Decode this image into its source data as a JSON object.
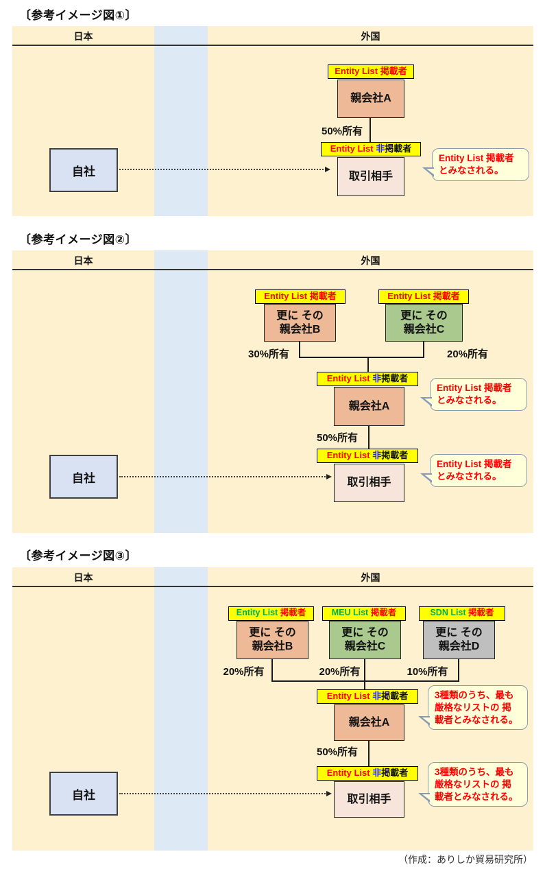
{
  "common": {
    "japan": "日本",
    "foreign": "外国",
    "own_company": "自社"
  },
  "colors": {
    "panel_bg": "#FDF1CF",
    "band_blue": "#DEE9F6",
    "tag_yellow": "#FFFF00",
    "tag_red": "#FF0000",
    "tag_blue": "#2626E6",
    "tag_green": "#00B050",
    "box_salmon": "#EDB996",
    "box_pink": "#F7E5DB",
    "box_green": "#A9C98E",
    "box_gray": "#BFBFBF",
    "own_blue": "#D9E2F3",
    "bubble_bg": "#FFFFD9"
  },
  "panel1": {
    "title": "〔参考イメージ図①〕",
    "tag_a": {
      "list": "Entity List",
      "suffix": "掲載者"
    },
    "parent_a": "親会社A",
    "pct50": "50%所有",
    "tag_partner": {
      "list": "Entity List",
      "non": "非",
      "suffix": "掲載者"
    },
    "partner": "取引相手",
    "bubble": "Entity List 掲載者\nとみなされる。"
  },
  "panel2": {
    "title": "〔参考イメージ図②〕",
    "tag_b": {
      "list": "Entity List",
      "suffix": "掲載者"
    },
    "tag_c": {
      "list": "Entity List",
      "suffix": "掲載者"
    },
    "box_b": {
      "line1": "更に その",
      "line2": "親会社B"
    },
    "box_c": {
      "line1": "更に その",
      "line2": "親会社C"
    },
    "pct30": "30%所有",
    "pct20": "20%所有",
    "tag_a": {
      "list": "Entity List",
      "non": "非",
      "suffix": "掲載者"
    },
    "parent_a": "親会社A",
    "pct50": "50%所有",
    "tag_partner": {
      "list": "Entity List",
      "non": "非",
      "suffix": "掲載者"
    },
    "partner": "取引相手",
    "bubble_a": "Entity List 掲載者\nとみなされる。",
    "bubble_partner": "Entity List 掲載者\nとみなされる。"
  },
  "panel3": {
    "title": "〔参考イメージ図③〕",
    "tag_b": {
      "list": "Entity List",
      "suffix": "掲載者"
    },
    "tag_c": {
      "list": "MEU List",
      "suffix": "掲載者"
    },
    "tag_d": {
      "list": "SDN List",
      "suffix": "掲載者"
    },
    "box_b": {
      "line1": "更に その",
      "line2": "親会社B"
    },
    "box_c": {
      "line1": "更に その",
      "line2": "親会社C"
    },
    "box_d": {
      "line1": "更に その",
      "line2": "親会社D"
    },
    "pct_b": "20%所有",
    "pct_c": "20%所有",
    "pct_d": "10%所有",
    "tag_a": {
      "list": "Entity List",
      "non": "非",
      "suffix": "掲載者"
    },
    "parent_a": "親会社A",
    "pct50": "50%所有",
    "tag_partner": {
      "list": "Entity List",
      "non": "非",
      "suffix": "掲載者"
    },
    "partner": "取引相手",
    "bubble_a": "3種類のうち、最も\n厳格なリストの 掲\n載者とみなされる。",
    "bubble_partner": "3種類のうち、最も\n厳格なリストの 掲\n載者とみなされる。"
  },
  "footer": "（作成：ありしか貿易研究所）"
}
